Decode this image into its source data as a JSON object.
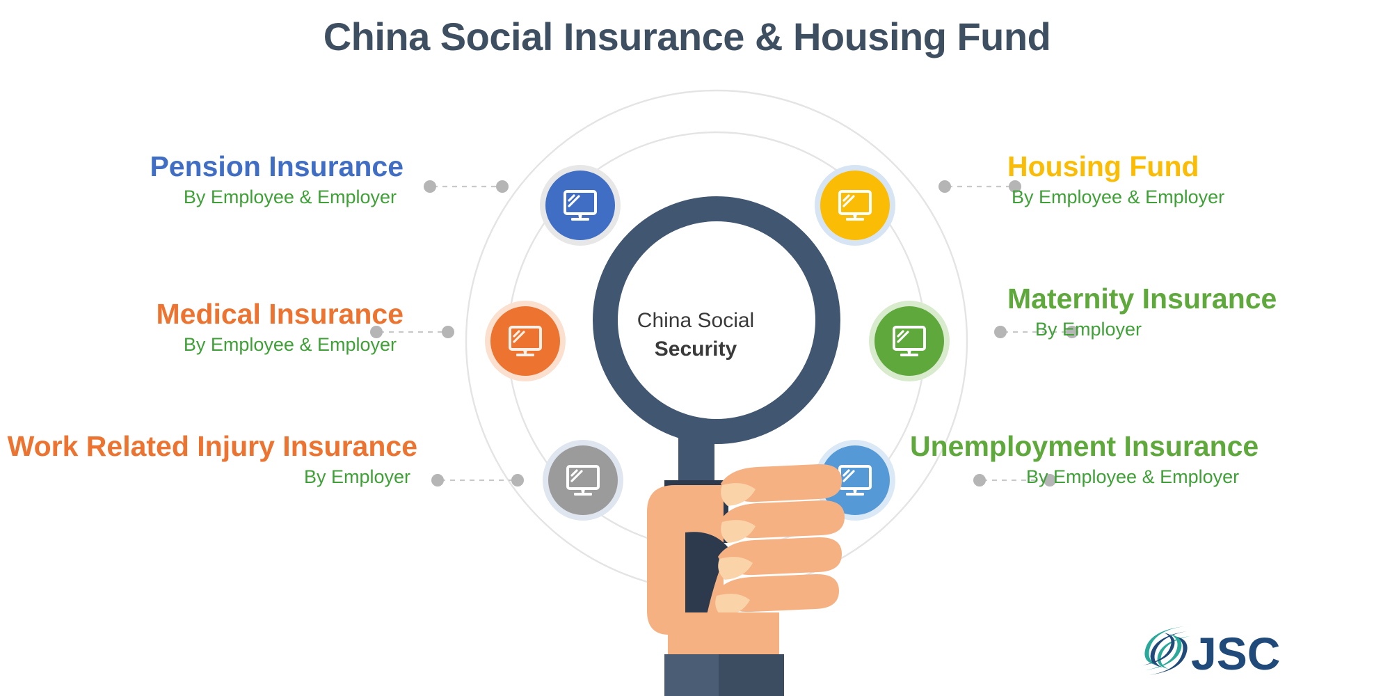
{
  "header": {
    "title": "China Social Insurance & Housing Fund",
    "title_color": "#3e4f62"
  },
  "center": {
    "line1": "China Social",
    "line2": "Security",
    "magnifier_color": "#415671"
  },
  "nodes": [
    {
      "id": "pension",
      "title": "Pension Insurance",
      "subtitle": "By Employee & Employer",
      "color": "#3f6ec4",
      "ring_color": "#e6e6e6",
      "icon": "monitor-icon",
      "side": "left"
    },
    {
      "id": "medical",
      "title": "Medical Insurance",
      "subtitle": "By Employee & Employer",
      "color": "#ec7430",
      "ring_color": "#fbe0cf",
      "icon": "monitor-icon",
      "side": "left"
    },
    {
      "id": "work-related-injury",
      "title": "Work Related Injury Insurance",
      "subtitle": "By Employer",
      "color": "#9b9b9b",
      "ring_color": "#dfe6ef",
      "icon": "monitor-icon",
      "side": "left"
    },
    {
      "id": "housing-fund",
      "title": "Housing Fund",
      "subtitle": "By Employee & Employer",
      "color": "#fbbc06",
      "ring_color": "#d6e4f3",
      "icon": "monitor-icon",
      "side": "right"
    },
    {
      "id": "maternity",
      "title": "Maternity Insurance",
      "subtitle": "By Employer",
      "color": "#5ea83c",
      "ring_color": "#d8ebcd",
      "icon": "monitor-icon",
      "side": "right"
    },
    {
      "id": "unemployment",
      "title": "Unemployment Insurance",
      "subtitle": "By Employee & Employer",
      "color": "#559ad6",
      "ring_color": "#dbe9f7",
      "icon": "monitor-icon",
      "side": "right"
    }
  ],
  "title_colors": {
    "pension": "#3f6ec4",
    "medical": "#ec7430",
    "work-related-injury": "#ec7430",
    "housing-fund": "#fbbc06",
    "maternity": "#5ea83c",
    "unemployment": "#5ea83c"
  },
  "subtitle_color": "#3fa037",
  "logo": {
    "text": "JSC",
    "mark": "swoosh-s-mark",
    "text_color": "#1f4a79",
    "mark_colors": [
      "#2aa89a",
      "#1f4a79"
    ]
  },
  "connectors": {
    "dot_color": "#b3b3b3",
    "line_color": "#c9c9c9",
    "style": "dashed"
  },
  "orbits": {
    "outer_color": "#e2e2e2",
    "inner_color": "#e2e2e2"
  },
  "hand": {
    "skin": "#f6b183",
    "skin_light": "#fbd3a8",
    "cuff": "#4a5d75"
  }
}
